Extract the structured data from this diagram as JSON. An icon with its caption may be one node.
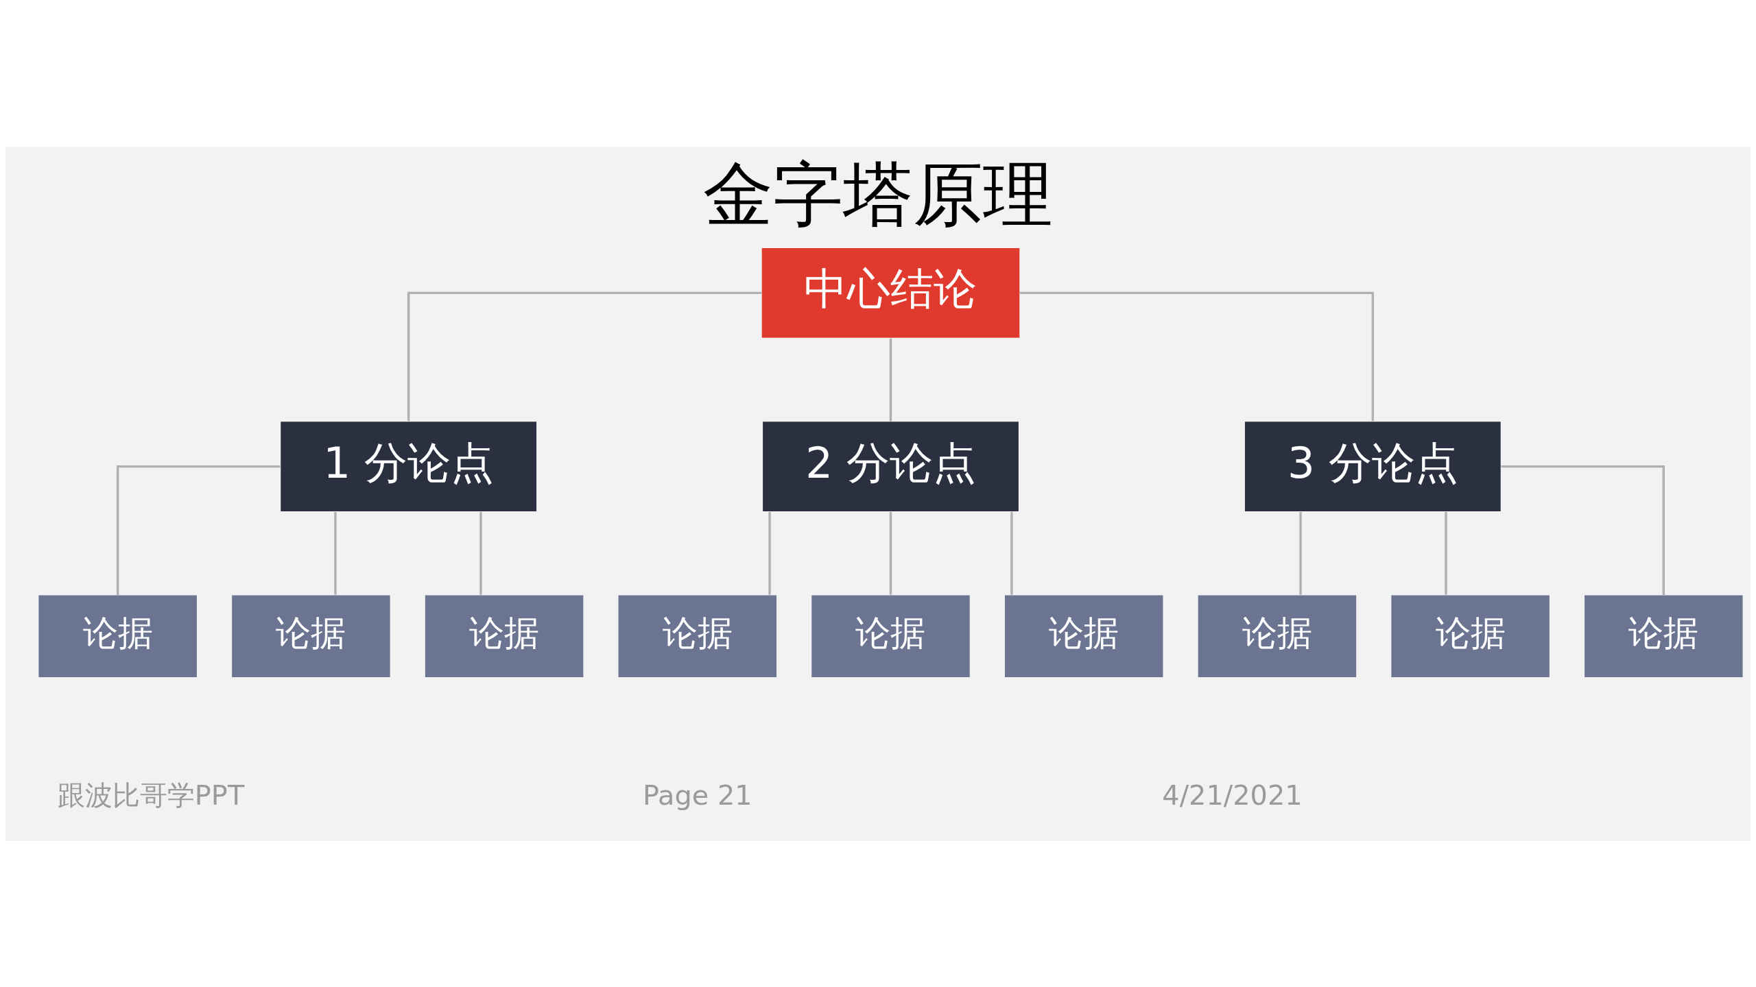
{
  "diagram": {
    "title": "金字塔原理",
    "nodes": [
      {
        "text": [
          "中心结论"
        ]
      },
      {
        "text": [
          "1 分论点"
        ]
      },
      {
        "text": [
          "2 分论点"
        ]
      },
      {
        "text": [
          "3 分论点"
        ]
      },
      {
        "text": [
          "论据"
        ]
      },
      {
        "text": [
          "论据"
        ]
      },
      {
        "text": [
          "论据"
        ]
      },
      {
        "text": [
          "论据"
        ]
      },
      {
        "text": [
          "论据"
        ]
      },
      {
        "text": [
          "论据"
        ]
      },
      {
        "text": [
          "论据"
        ]
      },
      {
        "text": [
          "论据"
        ]
      },
      {
        "text": [
          "论据"
        ]
      }
    ],
    "edges": [
      {
        "from": 0,
        "to": 1,
        "arrow": "none"
      },
      {
        "from": 0,
        "to": 2,
        "arrow": "none"
      },
      {
        "from": 0,
        "to": 3,
        "arrow": "none"
      },
      {
        "from": 1,
        "to": 4,
        "arrow": "none"
      },
      {
        "from": 1,
        "to": 5,
        "arrow": "none"
      },
      {
        "from": 1,
        "to": 6,
        "arrow": "none"
      },
      {
        "from": 2,
        "to": 7,
        "arrow": "none"
      },
      {
        "from": 2,
        "to": 8,
        "arrow": "none"
      },
      {
        "from": 2,
        "to": 9,
        "arrow": "none"
      },
      {
        "from": 3,
        "to": 10,
        "arrow": "none"
      },
      {
        "from": 3,
        "to": 11,
        "arrow": "none"
      },
      {
        "from": 3,
        "to": 12,
        "arrow": "none"
      }
    ],
    "labels": [
      "跟波比哥学PPT",
      "Page 21",
      "4/21/2021"
    ]
  }
}
